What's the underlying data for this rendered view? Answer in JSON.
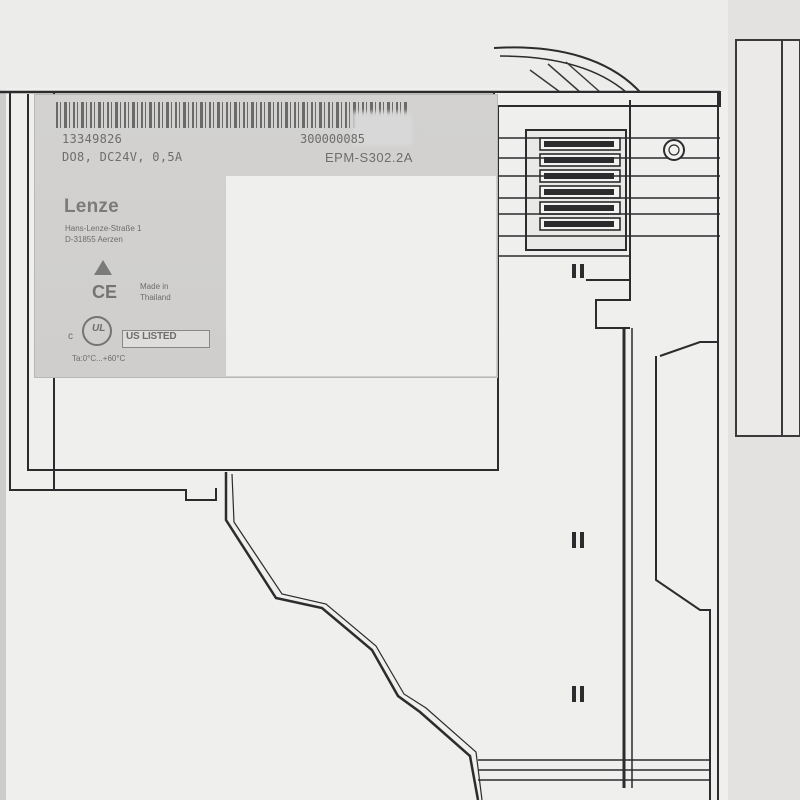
{
  "label": {
    "part_number": "13349826",
    "spec": "DO8, DC24V, 0,5A",
    "serial": "300000085",
    "model": "EPM-S302.2A",
    "brand": "Lenze",
    "address_line1": "Hans-Lenze-Straße 1",
    "address_line2": "D-31855 Aerzen",
    "ce_mark": "CE",
    "made_in_line1": "Made in",
    "made_in_line2": "Thailand",
    "ul_prefix": "c",
    "ul_mark": "UL",
    "ul_listed": "US LISTED",
    "temperature": "Ta:0°C...+60°C"
  },
  "colors": {
    "housing": "#efefed",
    "label": "#d3d2d0",
    "outline": "#2c2c2e",
    "label_text": "#6d6d6b"
  }
}
